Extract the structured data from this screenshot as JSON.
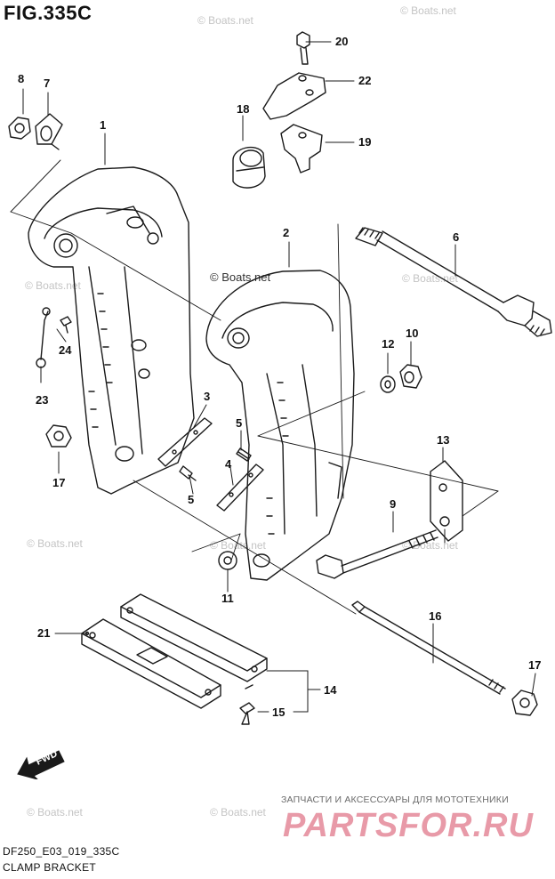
{
  "figure": {
    "title": "FIG.335C"
  },
  "callouts": {
    "c1": "1",
    "c2": "2",
    "c3": "3",
    "c4": "4",
    "c5a": "5",
    "c5b": "5",
    "c6": "6",
    "c7": "7",
    "c8": "8",
    "c9": "9",
    "c10": "10",
    "c11": "11",
    "c12": "12",
    "c13": "13",
    "c14": "14",
    "c15": "15",
    "c16": "16",
    "c17a": "17",
    "c17b": "17",
    "c18": "18",
    "c19": "19",
    "c20": "20",
    "c21": "21",
    "c22": "22",
    "c23": "23",
    "c24": "24"
  },
  "watermark": {
    "text": "© Boats.net"
  },
  "fwd": {
    "label": "FWD"
  },
  "footer": {
    "code": "DF250_E03_019_335C",
    "name": "CLAMP BRACKET"
  },
  "shop": {
    "tagline": "ЗАПЧАСТИ И АКСЕССУАРЫ ДЛЯ МОТОТЕХНИКИ",
    "logo": "PARTSFOR.RU"
  },
  "colors": {
    "line": "#1a1a1a",
    "watermark": "#c4c4c4",
    "logo": "#e89aa8"
  }
}
